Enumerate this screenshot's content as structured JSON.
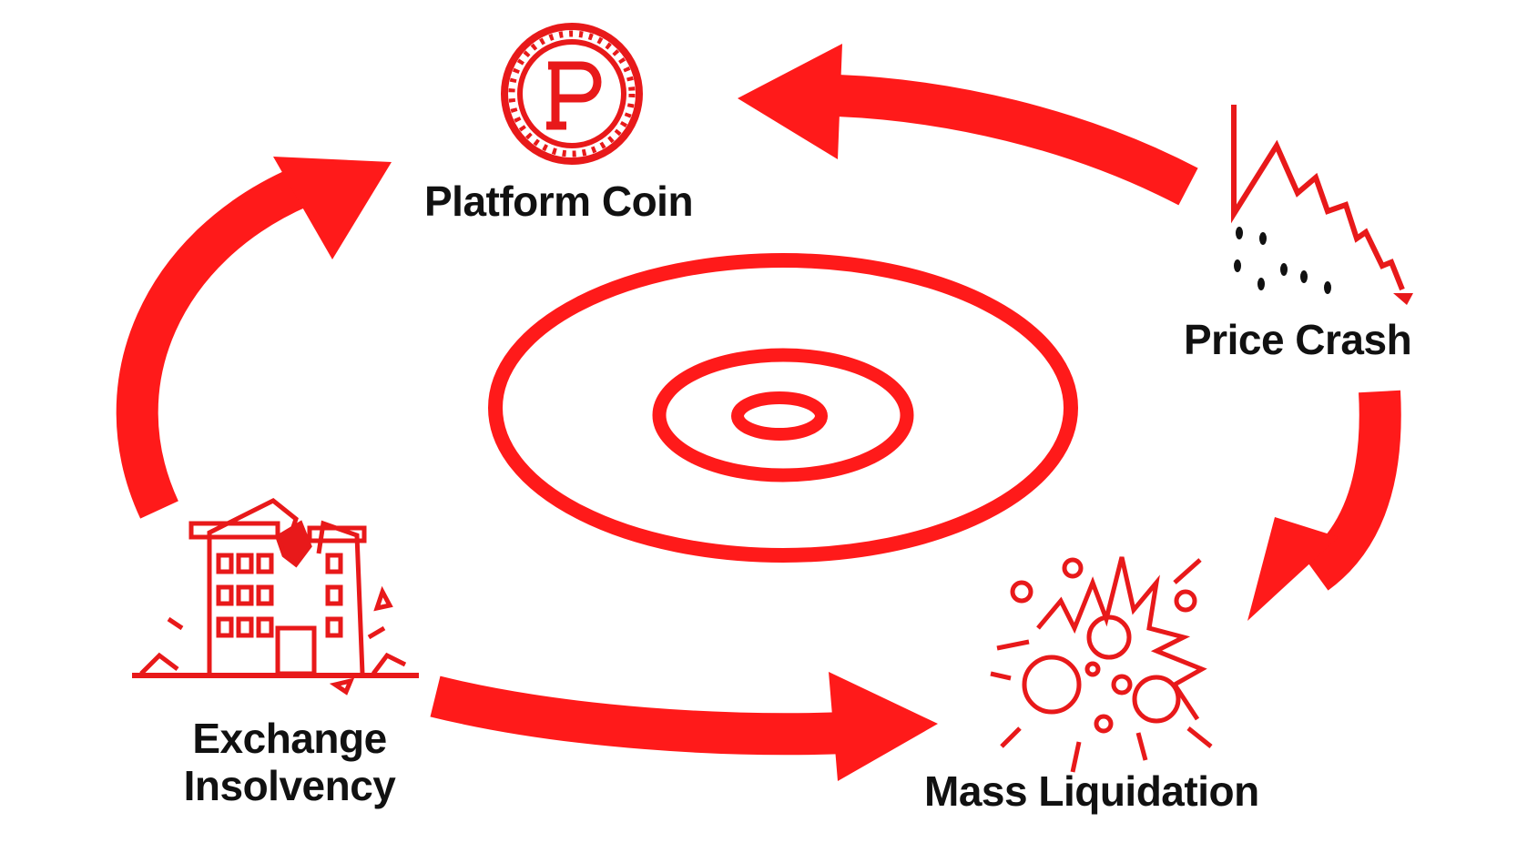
{
  "diagram": {
    "type": "cycle",
    "nodes": [
      {
        "id": "platform_coin",
        "label": "Platform Coin",
        "icon": "coin-p-icon"
      },
      {
        "id": "price_crash",
        "label": "Price Crash",
        "icon": "falling-chart-icon"
      },
      {
        "id": "mass_liquidation",
        "label": "Mass Liquidation",
        "icon": "explosion-icon"
      },
      {
        "id": "exchange_insolvency",
        "label_line1": "Exchange",
        "label_line2": "Insolvency",
        "icon": "collapsing-building-icon"
      }
    ],
    "edges": [
      {
        "from": "price_crash",
        "to": "platform_coin"
      },
      {
        "from": "price_crash",
        "to": "mass_liquidation"
      },
      {
        "from": "exchange_insolvency",
        "to": "mass_liquidation"
      },
      {
        "from": "exchange_insolvency",
        "to": "platform_coin"
      }
    ],
    "center": {
      "icon": "vortex-target-icon"
    },
    "colors": {
      "accent": "#ff1a1a",
      "text": "#111111",
      "background": "#ffffff"
    }
  }
}
